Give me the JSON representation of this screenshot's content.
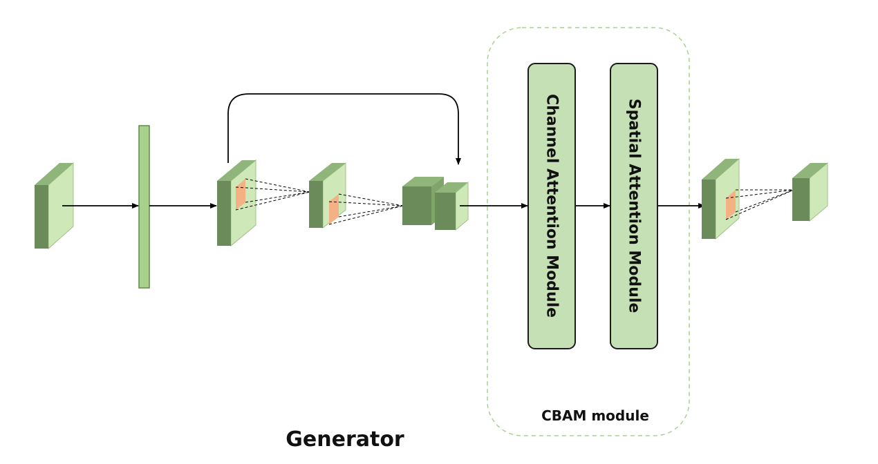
{
  "colors": {
    "block_front": "#cfe8b8",
    "block_side": "#6b8c5a",
    "block_top": "#8fb57a",
    "highlight": "#f4b183",
    "module_fill": "#c5e0b4",
    "cbam_border": "#a9d18e",
    "arrow": "#000000"
  },
  "modules": {
    "channel_attention": "Channel Attention Module",
    "spatial_attention": "Spatial Attention Module"
  },
  "cbam": {
    "label": "CBAM module"
  },
  "generator": {
    "label": "Generator"
  }
}
